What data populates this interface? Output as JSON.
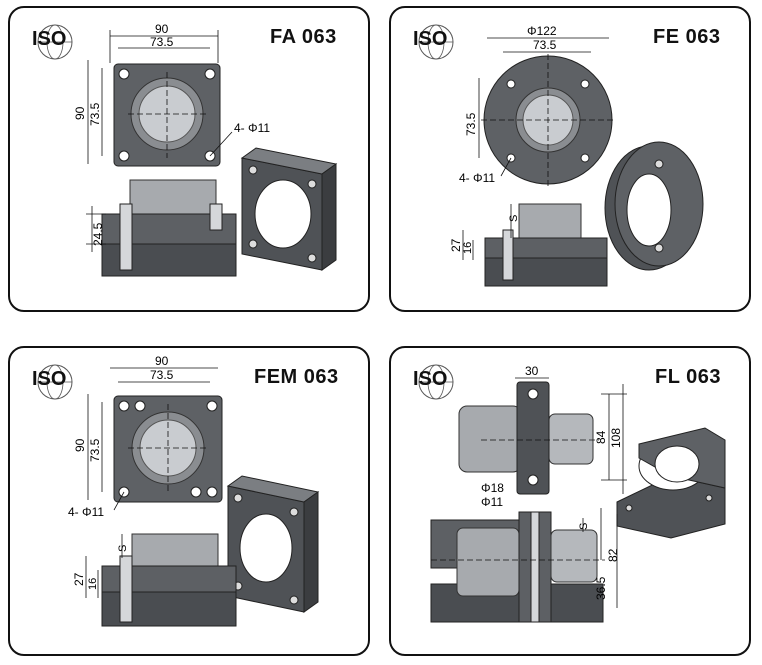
{
  "iso_label": "ISO",
  "panels": [
    {
      "title": "FA 063",
      "dims": {
        "w_outer": "90",
        "w_inner": "73.5",
        "h_outer": "90",
        "h_inner": "73.5",
        "holes": "4- Φ11",
        "depth": "24.5"
      }
    },
    {
      "title": "FE 063",
      "dims": {
        "w_outer": "Φ122",
        "w_inner": "73.5",
        "h_inner": "73.5",
        "holes": "4- Φ11",
        "s": "S",
        "depth_a": "27",
        "depth_b": "16"
      }
    },
    {
      "title": "FEM 063",
      "dims": {
        "w_outer": "90",
        "w_inner": "73.5",
        "h_outer": "90",
        "h_inner": "73.5",
        "holes": "4- Φ11",
        "s": "S",
        "depth_a": "27",
        "depth_b": "16"
      }
    },
    {
      "title": "FL 063",
      "dims": {
        "width": "30",
        "h_inner": "84",
        "h_outer": "108",
        "d_outer": "Φ18",
        "d_inner": "Φ11",
        "s": "S",
        "h_a": "82",
        "h_b": "36.5"
      }
    }
  ]
}
